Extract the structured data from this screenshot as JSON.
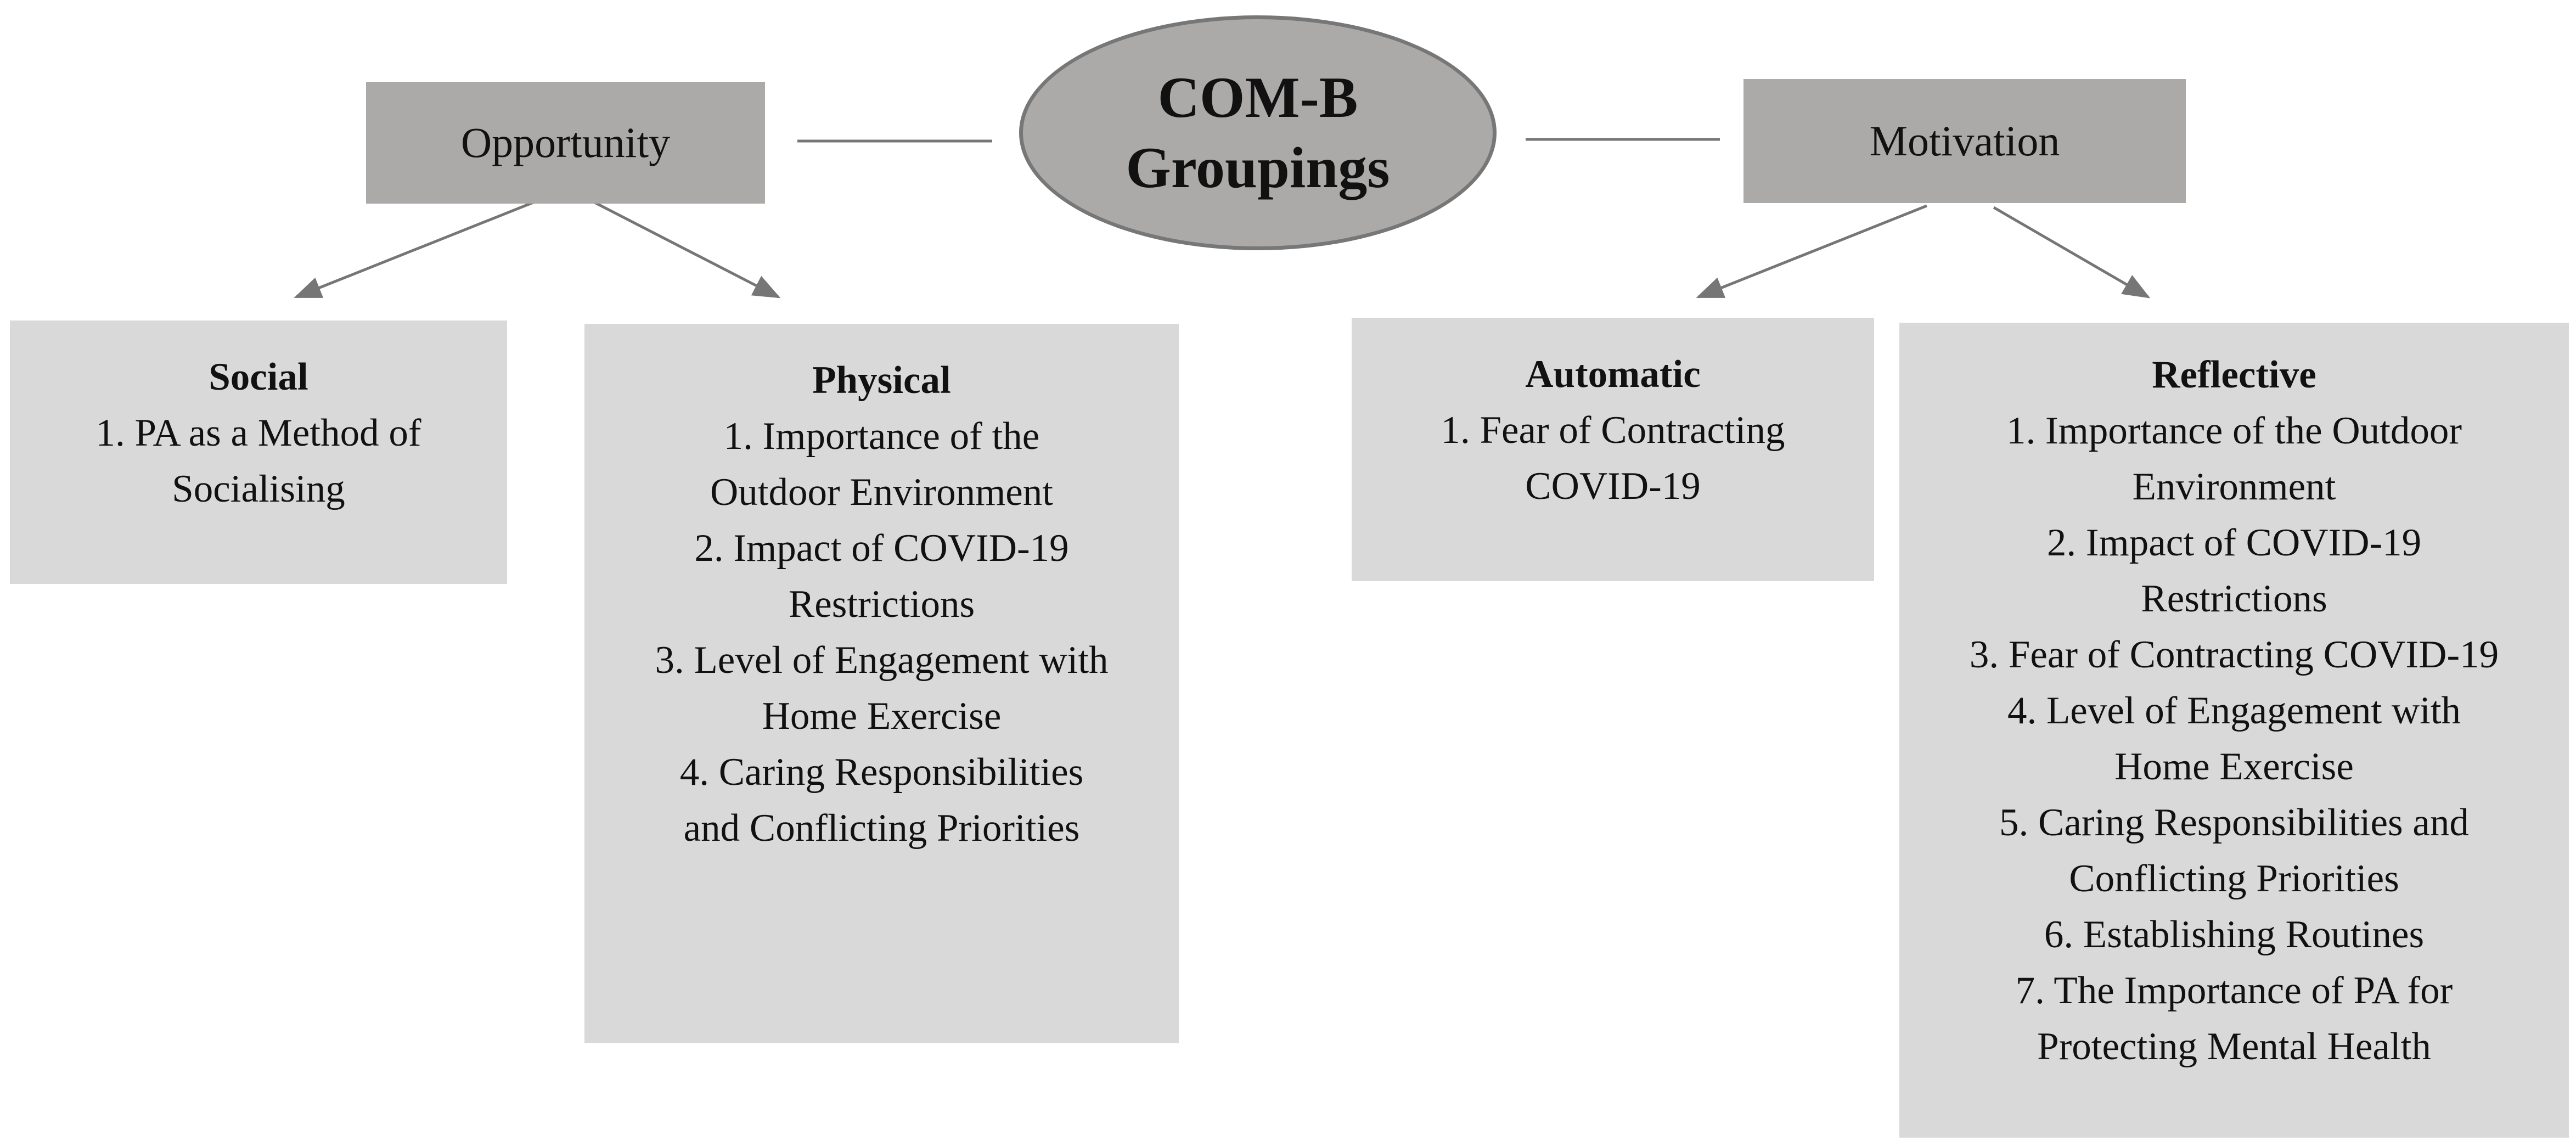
{
  "center": {
    "line1": "COM-B",
    "line2": "Groupings"
  },
  "opportunity": {
    "label": "Opportunity",
    "social": {
      "title": "Social",
      "items": [
        "1. PA as a Method of",
        "Socialising"
      ]
    },
    "physical": {
      "title": "Physical",
      "items": [
        "1. Importance of the",
        "Outdoor Environment",
        "2. Impact of COVID-19",
        "Restrictions",
        "3. Level of Engagement with",
        "Home Exercise",
        "4. Caring Responsibilities",
        "and Conflicting Priorities"
      ]
    }
  },
  "motivation": {
    "label": "Motivation",
    "automatic": {
      "title": "Automatic",
      "items": [
        "1. Fear of Contracting",
        "COVID-19"
      ]
    },
    "reflective": {
      "title": "Reflective",
      "items": [
        "1. Importance of the Outdoor",
        "Environment",
        "2. Impact of COVID-19",
        "Restrictions",
        "3. Fear of Contracting COVID-19",
        "4. Level of Engagement with",
        "Home Exercise",
        "5. Caring Responsibilities and",
        "Conflicting Priorities",
        "6. Establishing Routines",
        "7. The Importance of PA for",
        "Protecting Mental Health"
      ]
    }
  },
  "colors": {
    "dark_box": "#aca9a9",
    "light_box": "#d9d9d9",
    "connector": "#767676"
  }
}
